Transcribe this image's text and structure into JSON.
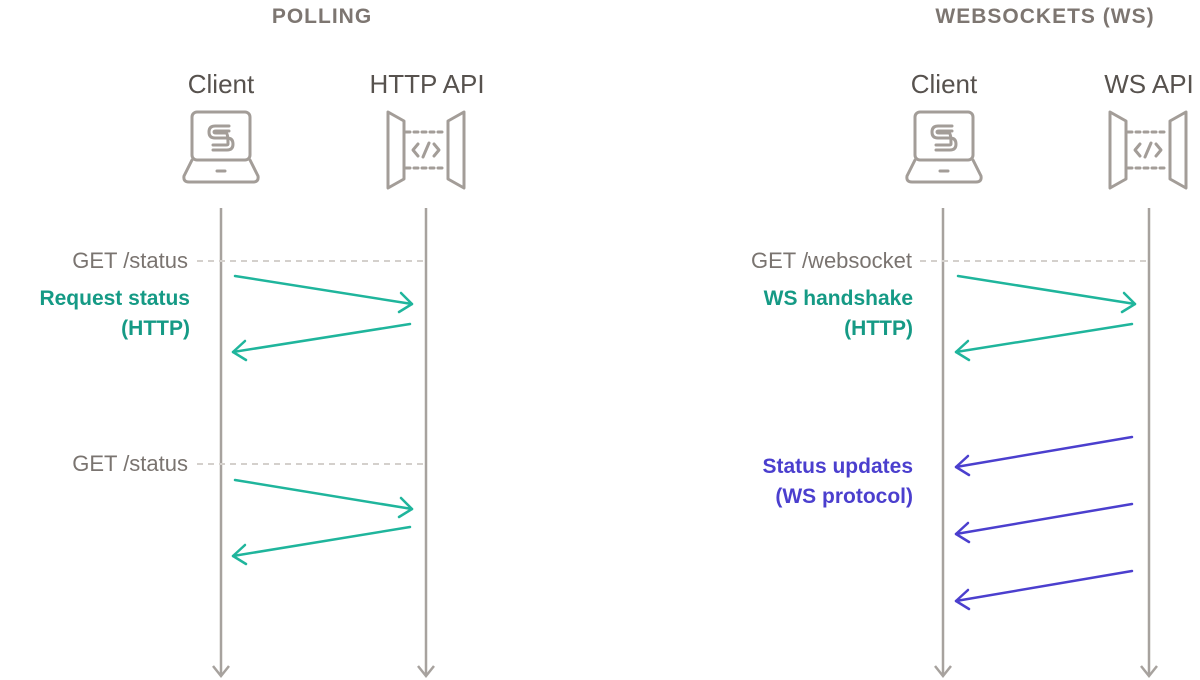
{
  "panels": [
    {
      "title": "POLLING",
      "client_label": "Client",
      "server_label": "HTTP API",
      "requests": [
        {
          "label": "GET /status"
        },
        {
          "label": "GET /status"
        }
      ],
      "step_labels": [
        {
          "line1": "Request status",
          "line2": "(HTTP)",
          "color": "#159a85"
        }
      ]
    },
    {
      "title": "WEBSOCKETS (WS)",
      "client_label": "Client",
      "server_label": "WS API",
      "requests": [
        {
          "label": "GET /websocket"
        }
      ],
      "step_labels": [
        {
          "line1": "WS handshake",
          "line2": "(HTTP)",
          "color": "#159a85"
        },
        {
          "line1": "Status updates",
          "line2": "(WS protocol)",
          "color": "#4b3fce"
        }
      ]
    }
  ],
  "icons": {
    "client": "sync-laptop-icon",
    "server": "api-gateway-icon"
  },
  "colors": {
    "http_message": "#1fb59c",
    "ws_message": "#4b3fce",
    "lifeline": "#a7a29e",
    "text_muted": "#7a7470"
  }
}
